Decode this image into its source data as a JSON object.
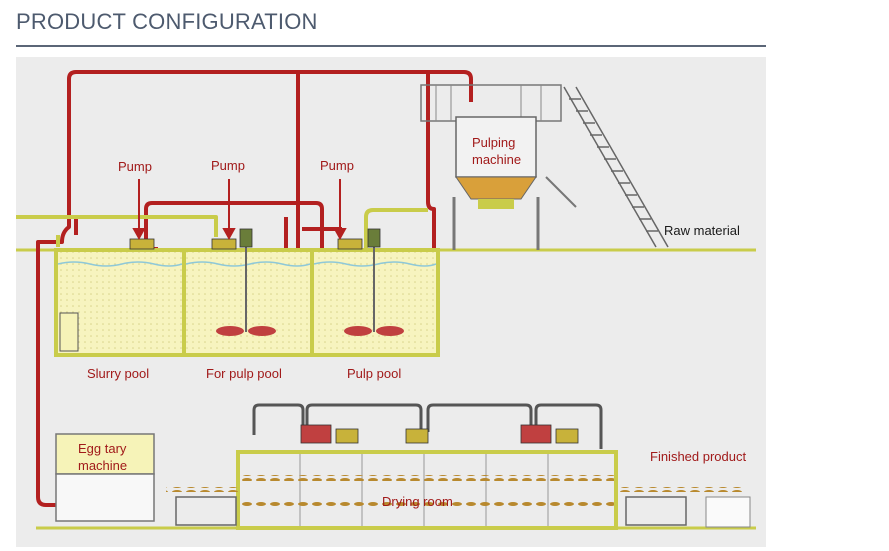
{
  "header": {
    "title": "PRODUCT CONFIGURATION"
  },
  "diagram": {
    "labels": {
      "pump_1": "Pump",
      "pump_2": "Pump",
      "pump_3": "Pump",
      "pulping_machine_line1": "Pulping",
      "pulping_machine_line2": "machine",
      "raw_material": "Raw material",
      "slurry_pool": "Slurry pool",
      "for_pulp_pool": "For pulp pool",
      "pulp_pool": "Pulp pool",
      "egg_tray_machine_line1": "Egg tary",
      "egg_tray_machine_line2": "machine",
      "finished_product": "Finished product",
      "drying_room": "Drying room"
    },
    "colors": {
      "background": "#ececec",
      "pipe_red": "#b32020",
      "pipe_yellow": "#c9cc4a",
      "water": "#f6f3b8",
      "label_red": "#a11a1a",
      "label_dark": "#1a1a1a",
      "title": "#4d5a6e"
    }
  }
}
